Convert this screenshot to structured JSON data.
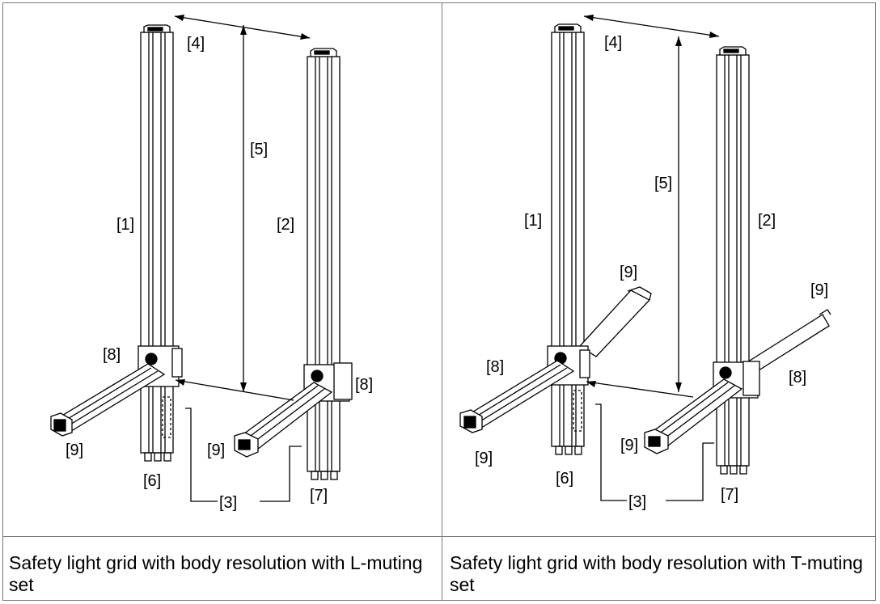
{
  "figures": [
    {
      "caption": "Safety light grid with body resolution with L-muting set",
      "labels": {
        "l1": "[1]",
        "l2": "[2]",
        "l3": "[3]",
        "l4": "[4]",
        "l5": "[5]",
        "l6": "[6]",
        "l7": "[7]",
        "l8a": "[8]",
        "l8b": "[8]",
        "l9a": "[9]",
        "l9b": "[9]"
      }
    },
    {
      "caption": "Safety light grid with body resolution with T-muting set",
      "labels": {
        "l1": "[1]",
        "l2": "[2]",
        "l3": "[3]",
        "l4": "[4]",
        "l5": "[5]",
        "l6": "[6]",
        "l7": "[7]",
        "l8a": "[8]",
        "l8b": "[8]",
        "l9a": "[9]",
        "l9b": "[9]",
        "l9c": "[9]",
        "l9d": "[9]"
      }
    }
  ],
  "colors": {
    "line": "#000000",
    "table_border": "#7a7a7a",
    "background": "#ffffff"
  }
}
